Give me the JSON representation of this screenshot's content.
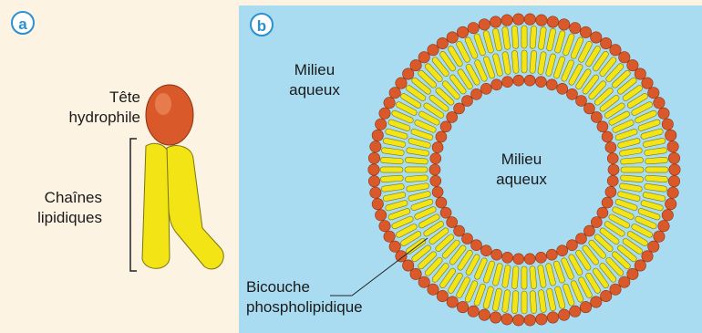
{
  "panel_a": {
    "badge": "a",
    "head_label_line1": "Tête",
    "head_label_line2": "hydrophile",
    "chains_label_line1": "Chaînes",
    "chains_label_line2": "lipidiques"
  },
  "panel_b": {
    "badge": "b",
    "outer_medium_line1": "Milieu",
    "outer_medium_line2": "aqueux",
    "inner_medium_line1": "Milieu",
    "inner_medium_line2": "aqueux",
    "bilayer_line1": "Bicouche",
    "bilayer_line2": "phospholipidique"
  },
  "colors": {
    "head": "#d9592a",
    "head_stroke": "#8a3214",
    "tail": "#f2e415",
    "tail_stroke": "#7a7410",
    "panel_b_bg": "#a9dcf1",
    "panel_a_bg": "#fdf3e3",
    "badge": "#2c8fd0"
  }
}
